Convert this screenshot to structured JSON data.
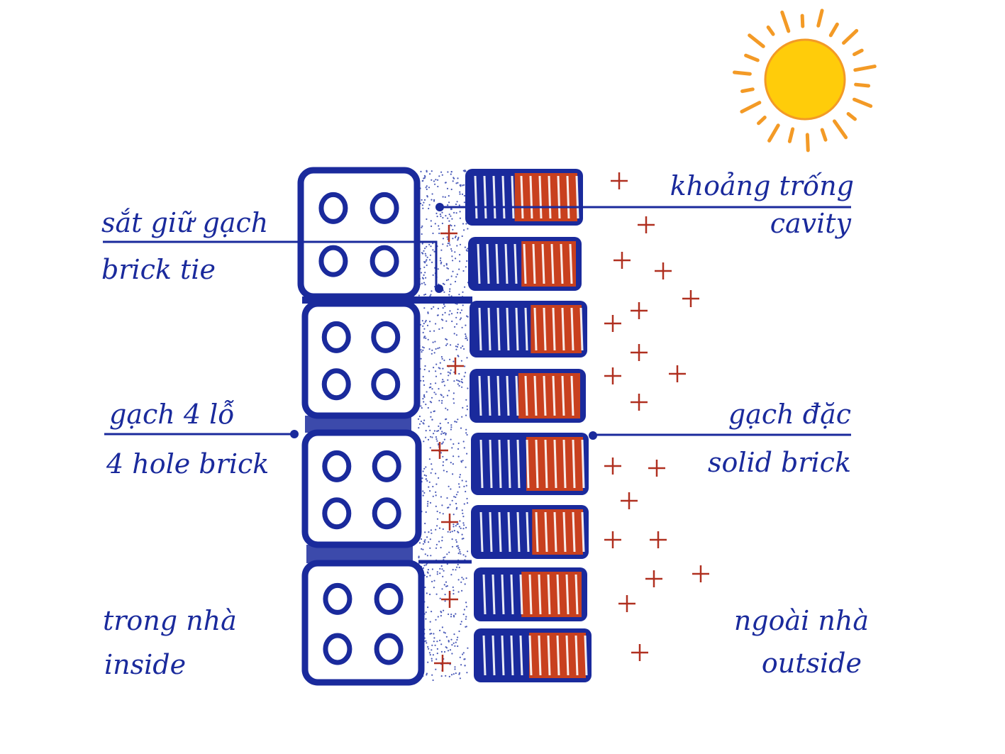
{
  "colors": {
    "ink": "#1a2a9c",
    "brick_red": "#c8401e",
    "sun_fill": "#ffcc0a",
    "sun_rays": "#f39a26",
    "plus": "#b03020",
    "cavity_dots": "#4a5ab8"
  },
  "labels": {
    "brick_tie_vi": "sắt giữ gạch",
    "brick_tie_en": "brick tie",
    "cavity_vi": "khoảng trống",
    "cavity_en": "cavity",
    "hole_brick_vi": "gạch 4 lỗ",
    "hole_brick_en": "4 hole brick",
    "solid_brick_vi": "gạch đặc",
    "solid_brick_en": "solid brick",
    "inside_vi": "trong nhà",
    "inside_en": "inside",
    "outside_vi": "ngoài nhà",
    "outside_en": "outside"
  },
  "icons": {
    "sun": "sun-icon",
    "heat": "plus-heat-icon"
  }
}
